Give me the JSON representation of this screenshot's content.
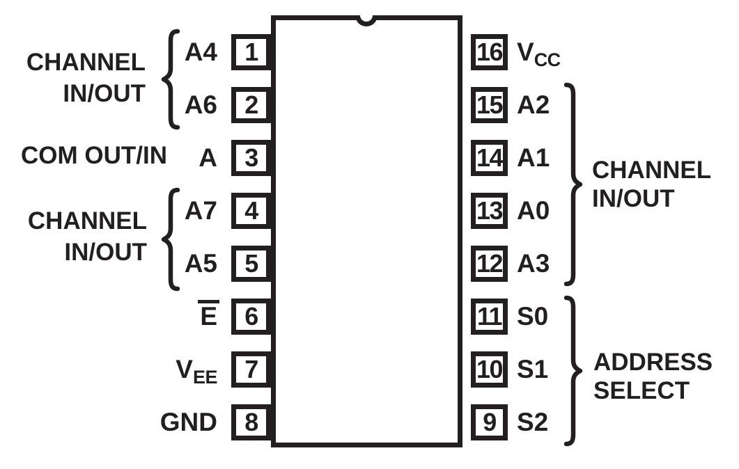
{
  "colors": {
    "ink": "#231f20",
    "background": "#ffffff"
  },
  "pins": {
    "left": [
      {
        "number": "1",
        "label": "A4"
      },
      {
        "number": "2",
        "label": "A6"
      },
      {
        "number": "3",
        "label": "A"
      },
      {
        "number": "4",
        "label": "A7"
      },
      {
        "number": "5",
        "label": "A5"
      },
      {
        "number": "6",
        "label": "E",
        "overline": true
      },
      {
        "number": "7",
        "label_base": "V",
        "label_sub": "EE"
      },
      {
        "number": "8",
        "label": "GND"
      }
    ],
    "right": [
      {
        "number": "16",
        "label_base": "V",
        "label_sub": "CC"
      },
      {
        "number": "15",
        "label": "A2"
      },
      {
        "number": "14",
        "label": "A1"
      },
      {
        "number": "13",
        "label": "A0"
      },
      {
        "number": "12",
        "label": "A3"
      },
      {
        "number": "11",
        "label": "S0"
      },
      {
        "number": "10",
        "label": "S1"
      },
      {
        "number": "9",
        "label": "S2"
      }
    ]
  },
  "groups": {
    "channel_in_out_top_left": {
      "line1": "CHANNEL",
      "line2": "IN/OUT"
    },
    "com_out_in": {
      "label": "COM OUT/IN"
    },
    "channel_in_out_bottom_left": {
      "line1": "CHANNEL",
      "line2": "IN/OUT"
    },
    "channel_in_out_right": {
      "line1": "CHANNEL",
      "line2": "IN/OUT"
    },
    "address_select": {
      "line1": "ADDRESS",
      "line2": "SELECT"
    }
  }
}
